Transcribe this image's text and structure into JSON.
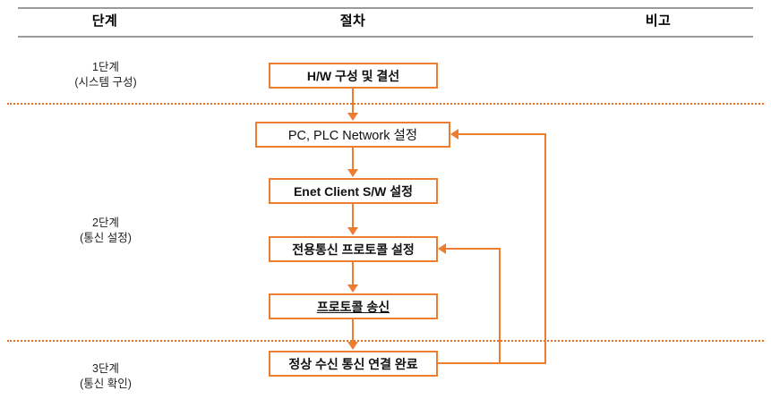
{
  "table": {
    "headers": [
      {
        "label": "단계"
      },
      {
        "label": "절차"
      },
      {
        "label": "비고"
      }
    ]
  },
  "stages": [
    {
      "name": "1단계",
      "detail": "(시스템 구성)"
    },
    {
      "name": "2단계",
      "detail": "(통신 설정)"
    },
    {
      "name": "3단계",
      "detail": "(통신 확인)"
    }
  ],
  "flow": {
    "boxes": [
      {
        "id": "b1",
        "label": "H/W 구성 및 결선",
        "bold": true,
        "underline": false
      },
      {
        "id": "b2",
        "label": "PC, PLC Network 설정",
        "bold": false,
        "underline": false
      },
      {
        "id": "b3",
        "label": "Enet Client S/W 설정",
        "bold": true,
        "underline": false
      },
      {
        "id": "b4",
        "label": "전용통신 프로토콜 설정",
        "bold": true,
        "underline": false
      },
      {
        "id": "b5",
        "label": "프로토콜 송신",
        "bold": true,
        "underline": true
      },
      {
        "id": "b6",
        "label": "정상 수신 통신 연결 완료",
        "bold": true,
        "underline": false
      }
    ]
  },
  "colors": {
    "accent": "#ED7D31",
    "accent_dark": "#E8701E",
    "rule": "#9a9a9a",
    "text": "#111111",
    "background": "#ffffff"
  }
}
